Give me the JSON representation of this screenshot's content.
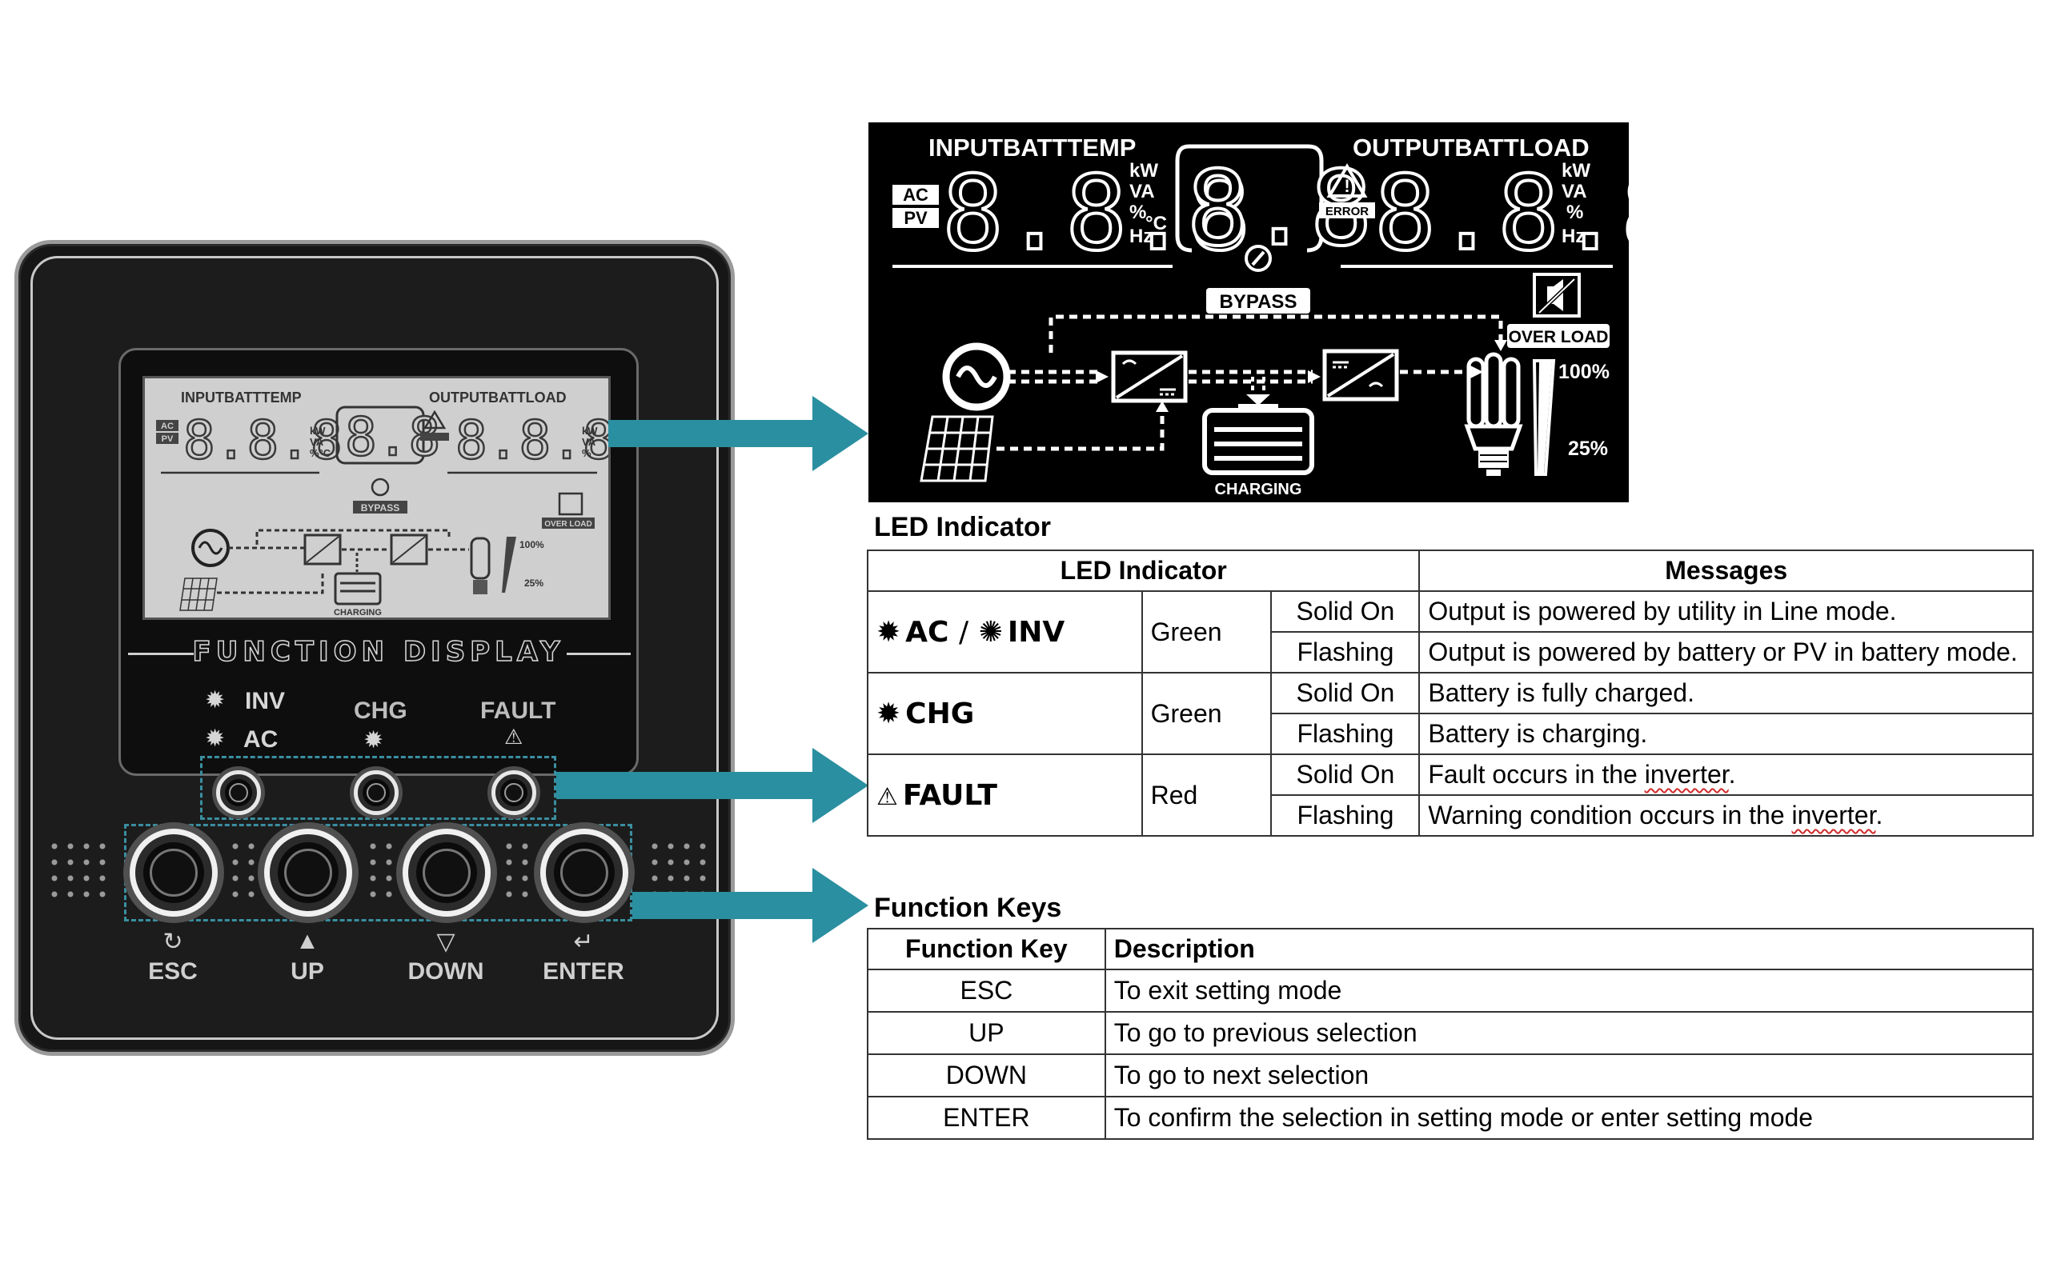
{
  "device": {
    "mini_lcd": {
      "top_left_label": "INPUTBATTTEMP",
      "top_right_label": "OUTPUTBATTLOAD",
      "ac": "AC",
      "pv": "PV",
      "digits_left": "8.8.8",
      "digits_mid": "8.8",
      "digits_right": "8.8.8",
      "units_left": "kW VA %°C Hz",
      "units_right": "kW VA % Hz",
      "bypass": "BYPASS",
      "overload": "OVER LOAD",
      "charging": "CHARGING",
      "pct_high": "100%",
      "pct_low": "25%",
      "error": "ERROR"
    },
    "function_display": "FUNCTION DISPLAY",
    "leds": {
      "inv_label": "INV",
      "ac_label": "AC",
      "chg_label": "CHG",
      "fault_label": "FAULT"
    },
    "keys": [
      {
        "label": "ESC",
        "icon": "power-cycle-icon"
      },
      {
        "label": "UP",
        "icon": "triangle-up-icon"
      },
      {
        "label": "DOWN",
        "icon": "triangle-down-icon"
      },
      {
        "label": "ENTER",
        "icon": "enter-icon"
      }
    ]
  },
  "lcd": {
    "top_left_label": "INPUTBATTTEMP",
    "top_right_label": "OUTPUTBATTLOAD",
    "ac": "AC",
    "pv": "PV",
    "digits_left": "8.8.8",
    "digits_mid": "8.8",
    "digits_right": "8.8.8",
    "units_left": [
      "kW",
      "VA",
      "%",
      "°C",
      "Hz"
    ],
    "units_right": [
      "kW",
      "VA",
      "%",
      "Hz"
    ],
    "error": "ERROR",
    "bypass": "BYPASS",
    "overload": "OVER LOAD",
    "charging": "CHARGING",
    "pct_high": "100%",
    "pct_low": "25%"
  },
  "led_indicator": {
    "title": "LED Indicator",
    "headers": [
      "LED Indicator",
      "Messages"
    ],
    "rows": [
      {
        "indicator": "AC / INV",
        "color": "Green",
        "states": [
          {
            "state": "Solid On",
            "message": "Output is powered by utility in Line mode."
          },
          {
            "state": "Flashing",
            "message": "Output is powered by battery or PV in battery mode."
          }
        ]
      },
      {
        "indicator": "CHG",
        "color": "Green",
        "states": [
          {
            "state": "Solid On",
            "message": "Battery is fully charged."
          },
          {
            "state": "Flashing",
            "message": "Battery is charging."
          }
        ]
      },
      {
        "indicator": "FAULT",
        "color": "Red",
        "states": [
          {
            "state": "Solid On",
            "message_prefix": "Fault occurs in the ",
            "message_word": "inverter",
            "message_suffix": "."
          },
          {
            "state": "Flashing",
            "message_prefix": "Warning condition occurs in the ",
            "message_word": "inverter",
            "message_suffix": "."
          }
        ]
      }
    ],
    "ac_part": "AC",
    "slash": "/",
    "inv_part": "INV"
  },
  "function_keys": {
    "title": "Function Keys",
    "headers": [
      "Function Key",
      "Description"
    ],
    "rows": [
      {
        "key": "ESC",
        "description": "To exit setting mode"
      },
      {
        "key": "UP",
        "description": "To go to previous selection"
      },
      {
        "key": "DOWN",
        "description": "To go to next selection"
      },
      {
        "key": "ENTER",
        "description": "To confirm the selection in setting mode or enter setting mode"
      }
    ]
  },
  "colors": {
    "arrow": "#2a8fa0",
    "dash_box": "#3a8fa0",
    "device_body": "#161616",
    "lcd_bg": "#000000",
    "mini_lcd_bg": "#cfcfcf"
  }
}
